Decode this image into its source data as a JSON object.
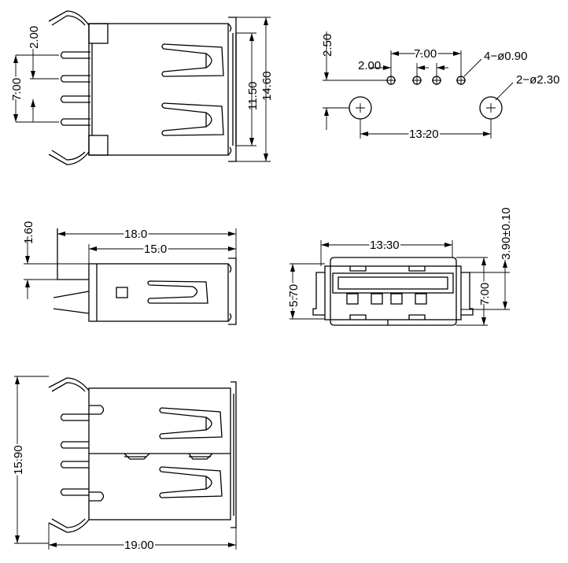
{
  "views": {
    "top_view": {
      "dims": {
        "pitch": "2.00",
        "span": "7.00",
        "inner": "11.50",
        "outer": "14.60"
      }
    },
    "footprint": {
      "dims": {
        "row_offset": "2.50",
        "pitch": "2.00",
        "span": "7.00",
        "pin_holes": "4−ø0.90",
        "mount_holes": "2−ø2.30",
        "mount_span": "13.20"
      }
    },
    "side_view": {
      "dims": {
        "overall": "18.0",
        "body": "15.0",
        "lead_offset": "1.60"
      }
    },
    "front_view": {
      "dims": {
        "width": "13.30",
        "height_inner": "5.70",
        "height_outer": "7.00",
        "offset": "3.90±0.10"
      }
    },
    "bottom_view": {
      "dims": {
        "height": "15.90",
        "length": "19.00"
      }
    }
  },
  "line_color": "#000000"
}
